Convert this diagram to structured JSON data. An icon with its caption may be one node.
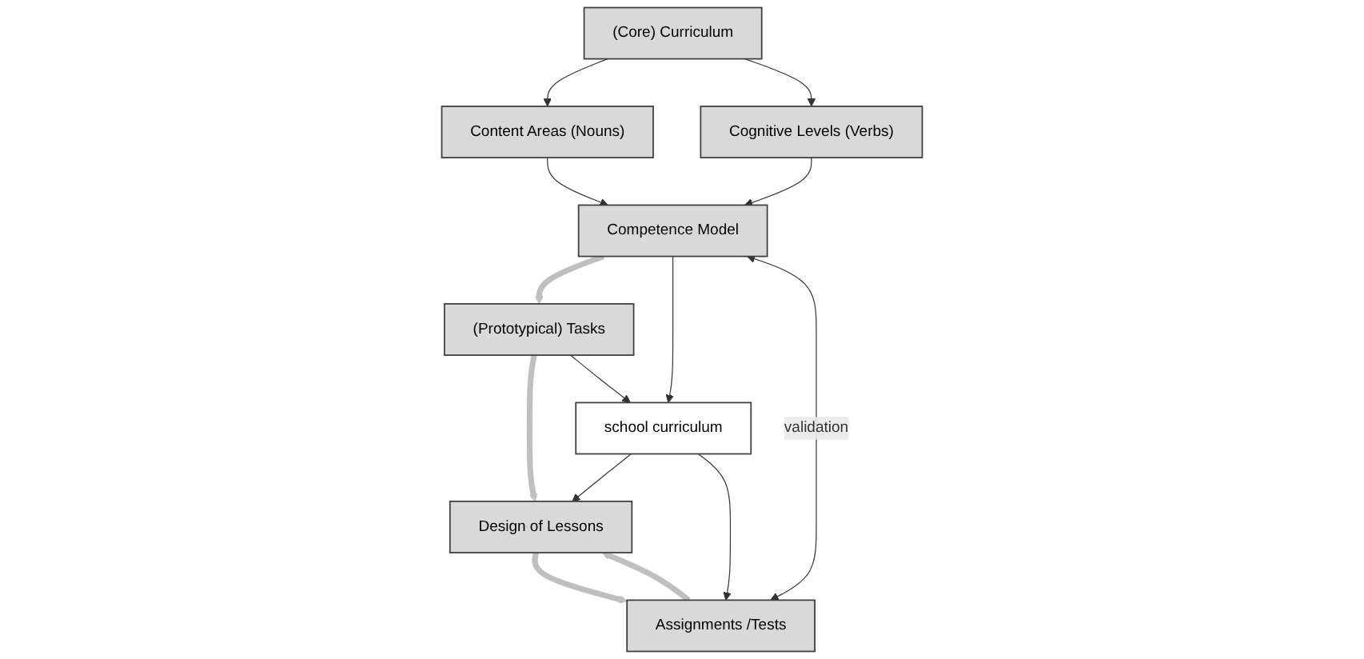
{
  "diagram": {
    "nodes": [
      {
        "text": [
          "(Core) Curriculum"
        ]
      },
      {
        "text": [
          "Content Areas (Nouns)"
        ]
      },
      {
        "text": [
          "Cognitive Levels (Verbs)"
        ]
      },
      {
        "text": [
          "Competence Model"
        ]
      },
      {
        "text": [
          "(Prototypical) Tasks"
        ]
      },
      {
        "text": [
          "Design of Lessons"
        ]
      },
      {
        "text": [
          "Assignments /Tests"
        ]
      },
      {
        "text": [
          "school curriculum"
        ]
      }
    ],
    "edges": [
      {
        "from": 0,
        "to": 1,
        "arrow": "to"
      },
      {
        "from": 0,
        "to": 2,
        "arrow": "to"
      },
      {
        "from": 1,
        "to": 3,
        "arrow": "to"
      },
      {
        "from": 2,
        "to": 3,
        "arrow": "to"
      },
      {
        "from": 3,
        "to": 4,
        "arrow": "to",
        "style": "thick",
        "color": "#bfbfbf"
      },
      {
        "from": 4,
        "to": 5,
        "arrow": "to",
        "style": "thick",
        "color": "#bfbfbf"
      },
      {
        "from": 5,
        "to": 6,
        "arrow": "to",
        "style": "thick",
        "color": "#bfbfbf"
      },
      {
        "from": 6,
        "to": 5,
        "arrow": "to",
        "style": "thick",
        "color": "#bfbfbf"
      },
      {
        "from": 3,
        "to": 7,
        "arrow": "to"
      },
      {
        "from": 4,
        "to": 7,
        "arrow": "to"
      },
      {
        "from": 7,
        "to": 5,
        "arrow": "to"
      },
      {
        "from": 7,
        "to": 6,
        "arrow": "to"
      },
      {
        "from": 6,
        "to": 3,
        "arrow": "both",
        "label": "validation"
      }
    ]
  }
}
